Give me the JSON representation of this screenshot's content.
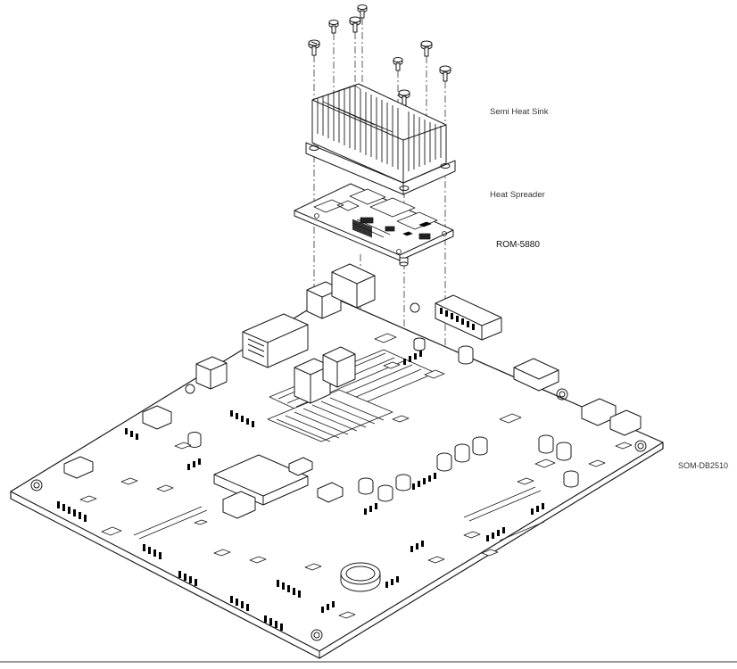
{
  "labels": {
    "heat_sink": "Semi Heat Sink",
    "heat_spreader": "Heat Spreader",
    "module": "ROM-5880",
    "carrier": "SOM-DB2510"
  }
}
